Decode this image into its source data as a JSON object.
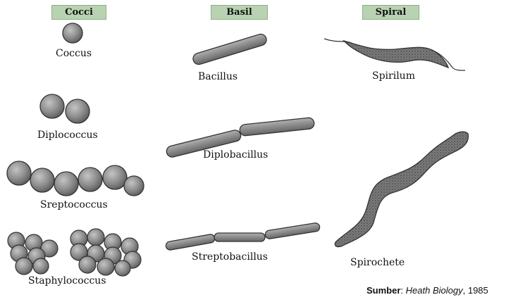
{
  "columns": {
    "cocci": "Cocci",
    "basil": "Basil",
    "spiral": "Spiral"
  },
  "labels": {
    "coccus": "Coccus",
    "diplococcus": "Diplococcus",
    "sreptococcus": "Sreptococcus",
    "staphylococcus": "Staphylococcus",
    "bacillus": "Bacillus",
    "diplobacillus": "Diplobacillus",
    "streptobacillus": "Streptobacillus",
    "spirilum": "Spirilum",
    "spirochete": "Spirochete"
  },
  "source": {
    "prefix": "Sumber",
    "sep": ":",
    "title": "Heath Biology",
    "year": ", 1985"
  },
  "colors": {
    "cell_fill": "#8a8a8a",
    "cell_stroke": "#333333",
    "header_bg": "#b9d3b2"
  }
}
